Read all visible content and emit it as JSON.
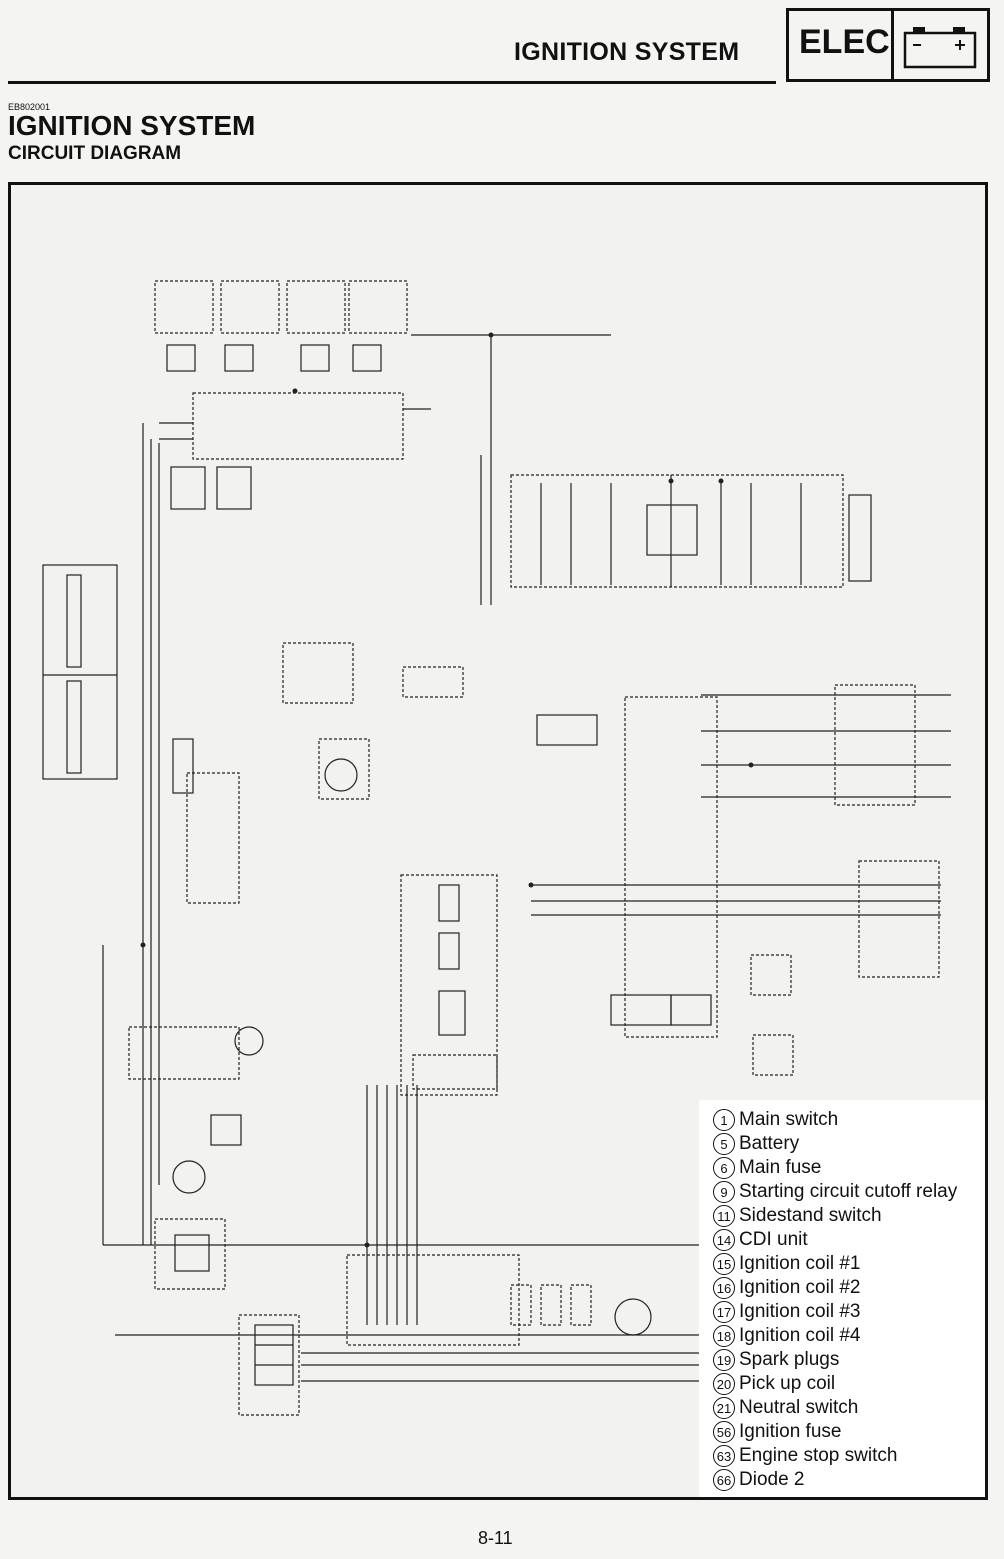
{
  "header": {
    "section_title": "IGNITION SYSTEM",
    "badge": "ELEC"
  },
  "doc_code": "EB802001",
  "title": "IGNITION SYSTEM",
  "subtitle": "CIRCUIT DIAGRAM",
  "legend": [
    {
      "num": "1",
      "label": "Main switch"
    },
    {
      "num": "5",
      "label": "Battery"
    },
    {
      "num": "6",
      "label": "Main fuse"
    },
    {
      "num": "9",
      "label": "Starting circuit cutoff relay"
    },
    {
      "num": "11",
      "label": "Sidestand switch"
    },
    {
      "num": "14",
      "label": "CDI unit"
    },
    {
      "num": "15",
      "label": "Ignition coil #1"
    },
    {
      "num": "16",
      "label": "Ignition coil #2"
    },
    {
      "num": "17",
      "label": "Ignition coil #3"
    },
    {
      "num": "18",
      "label": "Ignition coil #4"
    },
    {
      "num": "19",
      "label": "Spark plugs"
    },
    {
      "num": "20",
      "label": "Pick up coil"
    },
    {
      "num": "21",
      "label": "Neutral switch"
    },
    {
      "num": "56",
      "label": "Ignition fuse"
    },
    {
      "num": "63",
      "label": "Engine stop switch"
    },
    {
      "num": "66",
      "label": "Diode 2"
    }
  ],
  "page_number": "8-11"
}
